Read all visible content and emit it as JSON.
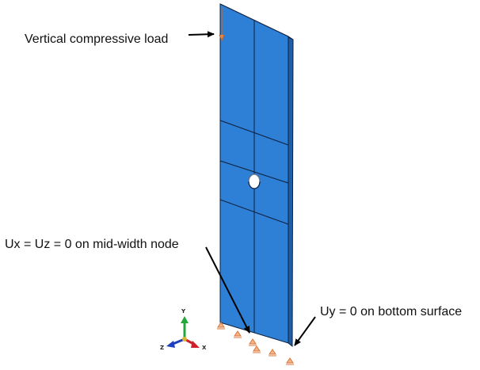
{
  "annotations": {
    "load": "Vertical compressive load",
    "mid_node": "Ux = Uz = 0 on mid-width node",
    "bottom": "Uy = 0 on bottom surface"
  },
  "triad": {
    "y": "Y",
    "z": "Z",
    "x": "X"
  },
  "colors": {
    "plate": "#2e7fd6",
    "plate_dark": "#1f5fa8",
    "edge": "#0d1f3a",
    "bc_symbol": "#e8874a",
    "axis_x": "#d0202a",
    "axis_y": "#22a838",
    "axis_z": "#1d3fbf"
  }
}
